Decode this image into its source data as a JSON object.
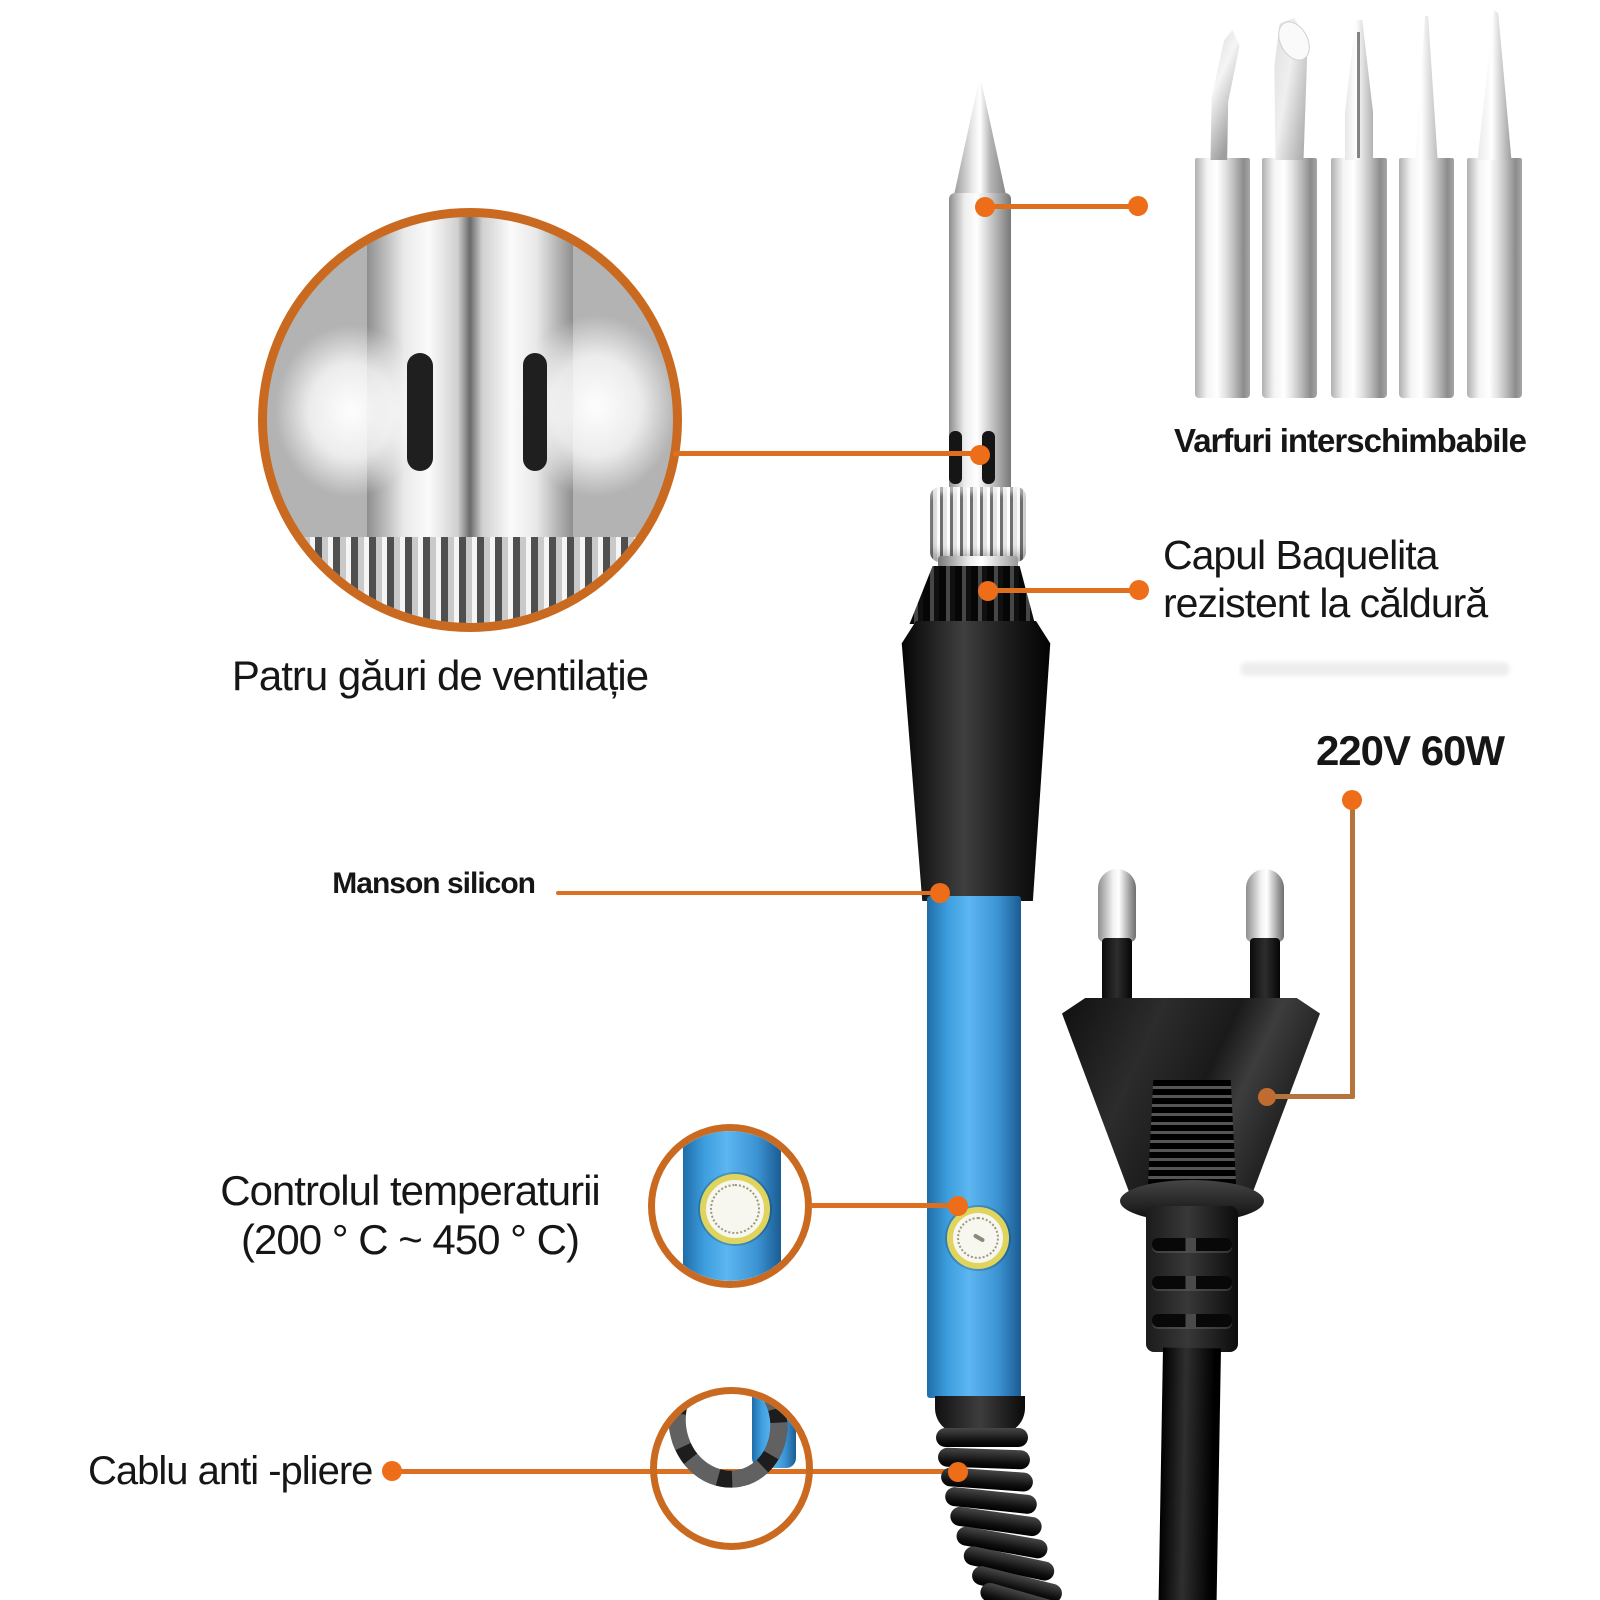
{
  "labels": {
    "vent_holes": "Patru găuri de ventilație",
    "interchangeable_tips": "Varfuri interschimbabile",
    "bakelite_head": {
      "line1": "Capul Baquelita",
      "line2": "rezistent la căldură"
    },
    "power_rating": "220V 60W",
    "silicone_sleeve": "Manson silicon",
    "temperature_control": {
      "line1": "Controlul temperaturii",
      "line2": "(200 ° C ~ 450 ° C)"
    },
    "anti_bend_cable": "Cablu anti -pliere"
  },
  "colors": {
    "background": "#FFFFFF",
    "annotation_orange": "#ED6D19",
    "annotation_line_orange": "#DD7020",
    "inset_ring_orange": "#C96A20",
    "power_line_brown": "#B5743A",
    "handle_blue": "#3FA2E8",
    "text": "#161616"
  }
}
